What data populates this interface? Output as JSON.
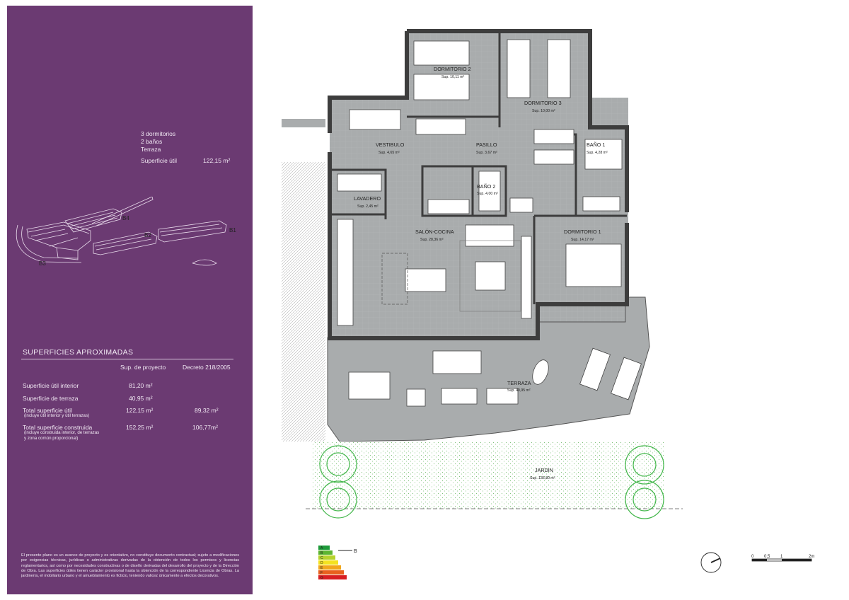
{
  "summary": {
    "line1": "3 dormitorios",
    "line2": "2 baños",
    "line3": "Terraza",
    "useful_label": "Superficie útil",
    "useful_value": "122,15 m²"
  },
  "siteplan": {
    "b1": "B1",
    "b2": "B2",
    "b3": "B3",
    "b4": "B4"
  },
  "surfaces": {
    "title": "SUPERFICIES APROXIMADAS",
    "col1": "Sup. de proyecto",
    "col2": "Decreto 218/2005",
    "rows": [
      {
        "label": "Superficie útil interior",
        "sub": "",
        "v1": "81,20 m²",
        "v2": ""
      },
      {
        "label": "Superficie de terraza",
        "sub": "",
        "v1": "40,95 m²",
        "v2": ""
      },
      {
        "label": "Total superficie útil",
        "sub": "(incluye útil interior y útil terrazas)",
        "v1": "122,15 m²",
        "v2": "89,32 m²"
      },
      {
        "label": "Total superficie construida",
        "sub": "(incluye construida interior, de terrazas",
        "sub2": "y zona común proporcional)",
        "v1": "152,25 m²",
        "v2": "106,77m²"
      }
    ]
  },
  "disclaimer": "El presente plano es un avance de proyecto y es orientativo, no constituye documento contractual; sujeto a modificaciones por exigencias técnicas, jurídicas o administrativas derivadas de la obtención de todos los permisos y licencias reglamentarios, así como por necesidades constructivas o de diseño derivadas del desarrollo del proyecto y de la Dirección de Obra. Las superficies útiles tienen carácter provisional hasta la obtención de la correspondiente Licencia de Obras. La jardinería, el mobiliario urbano y el amueblamiento es ficticio, teniendo valicez únicamente a efectos decorativos.",
  "rooms": {
    "dorm2": {
      "name": "DORMITORIO 2",
      "sup": "Sup. 10,11 m²"
    },
    "dorm3": {
      "name": "DORMITORIO 3",
      "sup": "Sup. 10,00 m²"
    },
    "vestibulo": {
      "name": "VESTIBULO",
      "sup": "Sup. 4,65 m²"
    },
    "pasillo": {
      "name": "PASILLO",
      "sup": "Sup. 3,67 m²"
    },
    "bano1": {
      "name": "BAÑO 1",
      "sup": "Sup. 4,28 m²"
    },
    "bano2": {
      "name": "BAÑO 2",
      "sup": "Sup. 4,00 m²"
    },
    "lavadero": {
      "name": "LAVADERO",
      "sup": "Sup. 2,45 m²"
    },
    "salon": {
      "name": "SALÓN-COCINA",
      "sup": "Sup. 28,36 m²"
    },
    "dorm1": {
      "name": "DORMITORIO 1",
      "sup": "Sup. 14,17 m²"
    },
    "terraza": {
      "name": "TERRAZA",
      "sup": "Sup. 40,95 m²"
    },
    "jardin": {
      "name": "JARDIN",
      "sup": "Sup. 135,80 m²"
    }
  },
  "energy": {
    "rating": "B",
    "bars": [
      "A",
      "B",
      "C",
      "D",
      "E",
      "F",
      "G"
    ],
    "colors": [
      "#1e9b3a",
      "#5cb531",
      "#b6d22c",
      "#f4e21f",
      "#f2a71b",
      "#e8601d",
      "#d81e22"
    ]
  },
  "scale": {
    "t0": "0",
    "t1": "0,5",
    "t2": "1",
    "t3": "2m"
  },
  "colors": {
    "sidebar": "#6b3a72",
    "floor": "#a9acad",
    "wall": "#3d3d3d",
    "grass": "#7fc27a"
  }
}
